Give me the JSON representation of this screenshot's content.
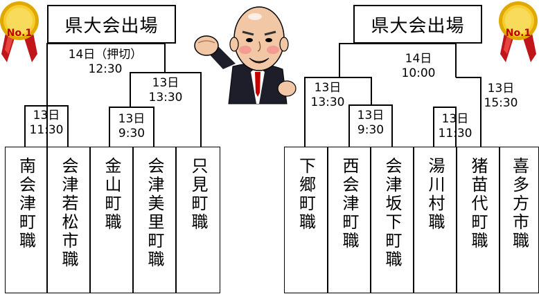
{
  "left_bracket": {
    "title": "県大会出場",
    "final_label": "14日（押切）\n12:30",
    "semi_label": "13日\n13:30",
    "match_a_label": "13日\n11:30",
    "match_b_label": "13日\n9:30",
    "teams": [
      "南会津町職",
      "会津若松市職",
      "金山町職",
      "会津美里町職",
      "只見町職"
    ]
  },
  "right_bracket": {
    "title": "県大会出場",
    "final_label": "14日\n10:00",
    "semi_left_label": "13日\n13:30",
    "semi_right_label": "13日\n15:30",
    "match_a_label": "13日\n9:30",
    "match_b_label": "13日\n11:30",
    "teams": [
      "下郷町職",
      "西会津町職",
      "会津坂下町職",
      "湯川村職",
      "猪苗代町職",
      "喜多方市職"
    ]
  },
  "medals": {
    "left_text": "No.1",
    "right_text": "No.1",
    "gold": "#f2c200",
    "ribbon": "#c0161a"
  },
  "mascot": {
    "suit": "#1e1e2a",
    "skin": "#f1c7a5",
    "tie": "#c40000"
  }
}
